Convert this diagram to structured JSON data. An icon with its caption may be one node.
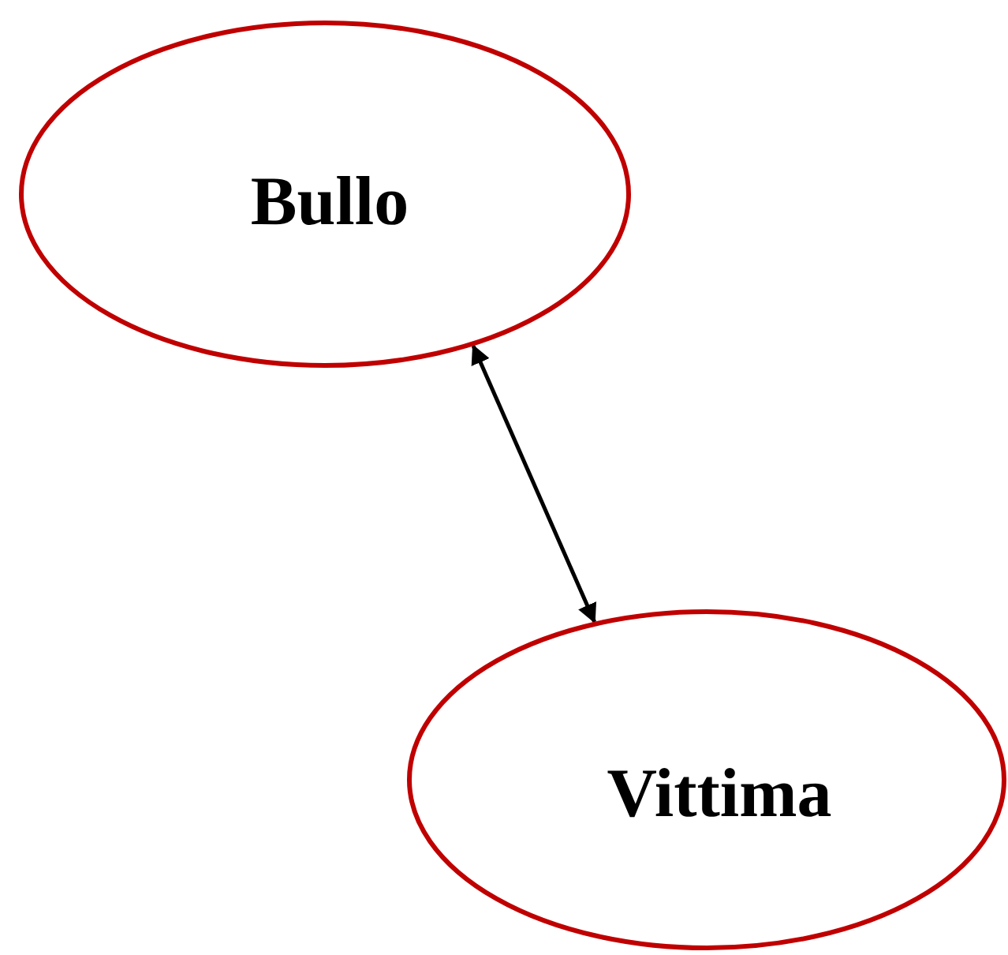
{
  "diagram": {
    "nodes": [
      {
        "text": [
          "Bullo"
        ]
      },
      {
        "text": [
          "Vittima"
        ]
      }
    ],
    "edges": [
      {
        "from": 0,
        "to": 1,
        "arrow": "both"
      }
    ]
  }
}
